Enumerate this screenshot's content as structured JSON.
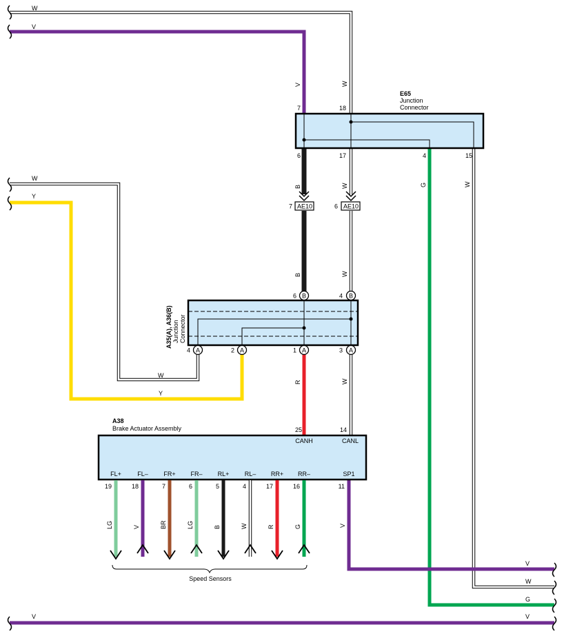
{
  "colors": {
    "purple": "#6f2c91",
    "yellow": "#ffdd00",
    "black": "#1a1a1a",
    "red": "#e8202a",
    "green": "#00a651",
    "light_green": "#7fcc9c",
    "brown": "#a0522d",
    "connector_fill": "#cfe9f9",
    "white_wire_outline": "#000000"
  },
  "wire_codes": {
    "W": "W",
    "V": "V",
    "B": "B",
    "G": "G",
    "Y": "Y",
    "R": "R",
    "LG": "LG",
    "BR": "BR"
  },
  "connectors": {
    "e65": {
      "name": "E65",
      "desc_line1": "Junction",
      "desc_line2": "Connector",
      "pins": {
        "p7": "7",
        "p18": "18",
        "p6": "6",
        "p17": "17",
        "p4": "4",
        "p15": "15"
      }
    },
    "ae10": {
      "label": "AE10",
      "pins": {
        "p7": "7",
        "p6": "6"
      }
    },
    "a35": {
      "name": "A35(A), A36(B)",
      "desc_line1": "Junction",
      "desc_line2": "Connector",
      "pins": {
        "p6": "6",
        "p4_top": "4",
        "p4": "4",
        "p2": "2",
        "p1": "1",
        "p3": "3"
      },
      "sub_a": "A",
      "sub_b": "B"
    },
    "a38": {
      "name": "A38",
      "desc": "Brake Actuator Assembly",
      "top_pins": {
        "p25": "25",
        "p14": "14"
      },
      "top_terms": {
        "canh": "CANH",
        "canl": "CANL"
      },
      "bottom_terms": [
        "FL+",
        "FL–",
        "FR+",
        "FR–",
        "RL+",
        "RL–",
        "RR+",
        "RR–",
        "SP1"
      ],
      "bottom_pins": [
        "19",
        "18",
        "7",
        "6",
        "5",
        "4",
        "17",
        "16",
        "11"
      ],
      "bottom_wires": [
        "LG",
        "V",
        "BR",
        "LG",
        "B",
        "W",
        "R",
        "G",
        "V"
      ]
    }
  },
  "speed_sensors_label": "Speed Sensors"
}
